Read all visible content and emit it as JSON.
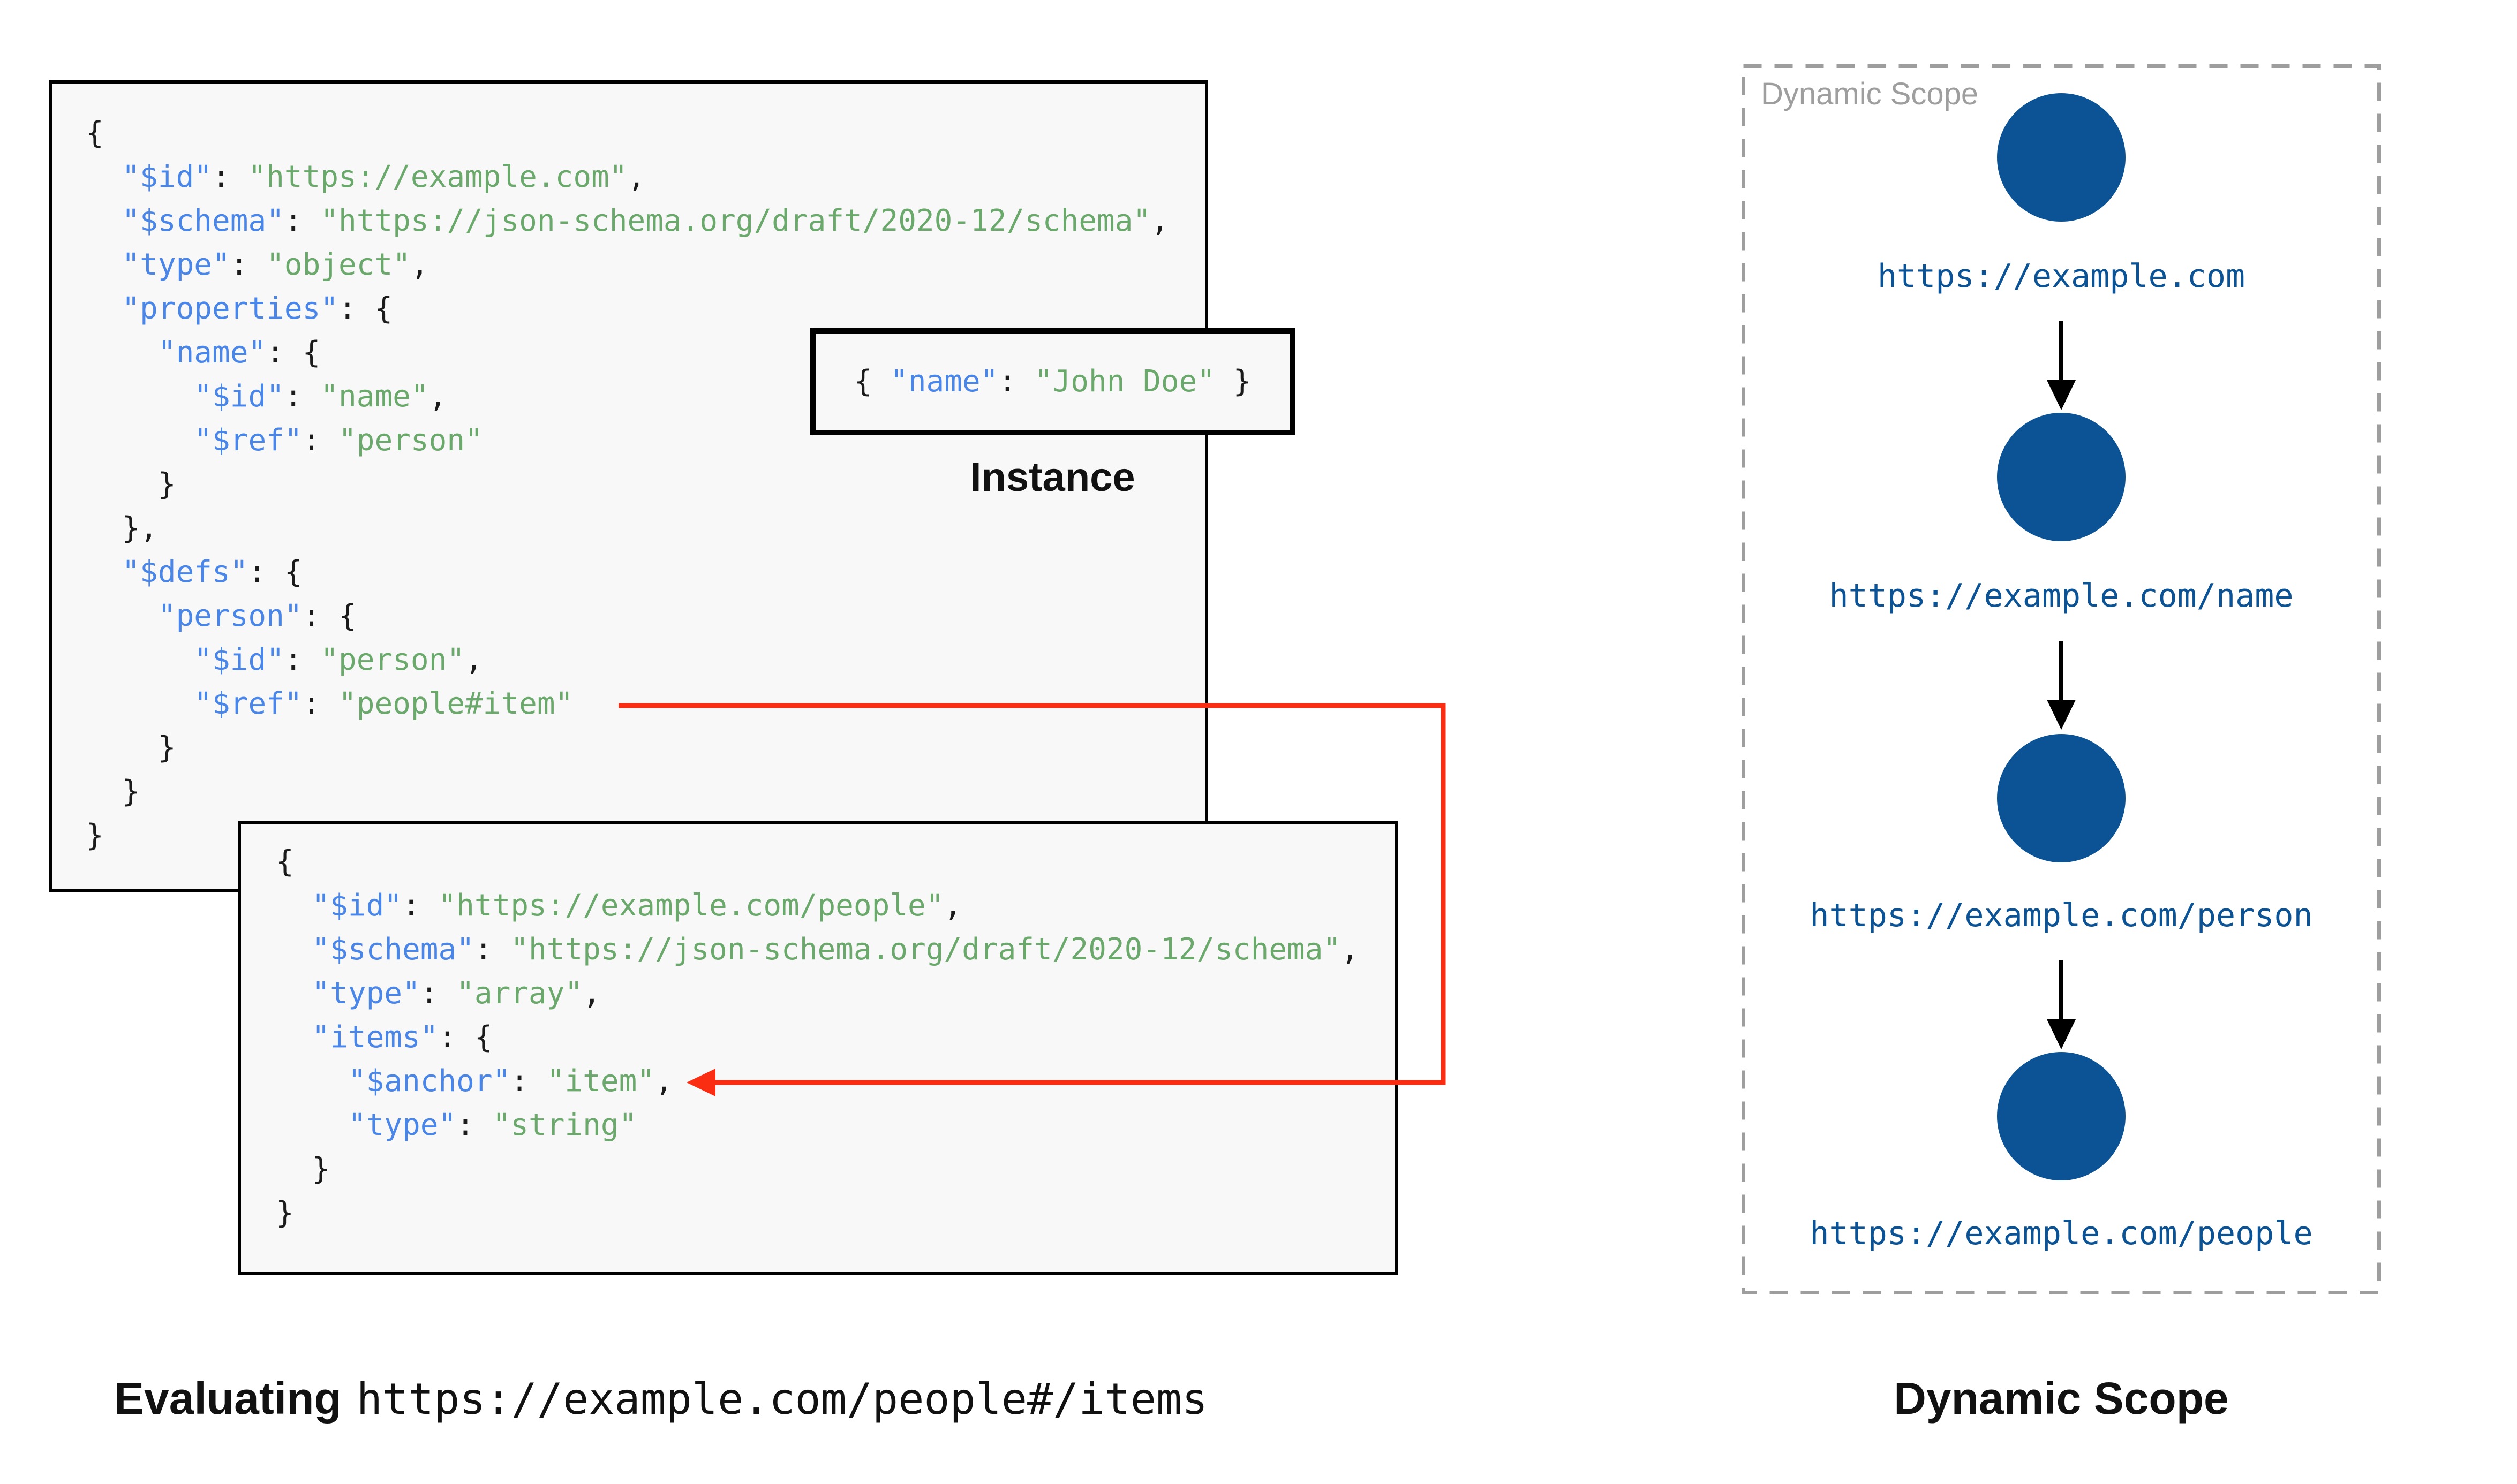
{
  "colors": {
    "key_blue": "#4a86e8",
    "string_green": "#6aa96b",
    "code_black": "#1b1b1b",
    "node_blue": "#0b5394",
    "url_blue": "#0b5394",
    "arrow_red": "#fa2d13",
    "muted_gray": "#9e9e9e",
    "box_bg": "#f8f8f8",
    "border_black": "#000000"
  },
  "schema_box": {
    "lines": [
      "{",
      "  \"$id\": \"https://example.com\",",
      "  \"$schema\": \"https://json-schema.org/draft/2020-12/schema\",",
      "  \"type\": \"object\",",
      "  \"properties\": {",
      "    \"name\": {",
      "      \"$id\": \"name\",",
      "      \"$ref\": \"person\"",
      "    }",
      "  },",
      "  \"$defs\": {",
      "    \"person\": {",
      "      \"$id\": \"person\",",
      "      \"$ref\": \"people#item\"",
      "    }",
      "  }",
      "}"
    ]
  },
  "people_box": {
    "lines": [
      "{",
      "  \"$id\": \"https://example.com/people\",",
      "  \"$schema\": \"https://json-schema.org/draft/2020-12/schema\",",
      "  \"type\": \"array\",",
      "  \"items\": {",
      "    \"$anchor\": \"item\",",
      "    \"type\": \"string\"",
      "  }",
      "}"
    ]
  },
  "instance": {
    "code_lines": [
      "{ \"name\": \"John Doe\" }"
    ],
    "label": "Instance"
  },
  "dynamic_scope": {
    "box_label": "Dynamic Scope",
    "caption": "Dynamic Scope",
    "nodes": [
      {
        "url": "https://example.com"
      },
      {
        "url": "https://example.com/name"
      },
      {
        "url": "https://example.com/person"
      },
      {
        "url": "https://example.com/people"
      }
    ]
  },
  "caption": {
    "prefix": "Evaluating",
    "url": "https://example.com/people#/items"
  }
}
